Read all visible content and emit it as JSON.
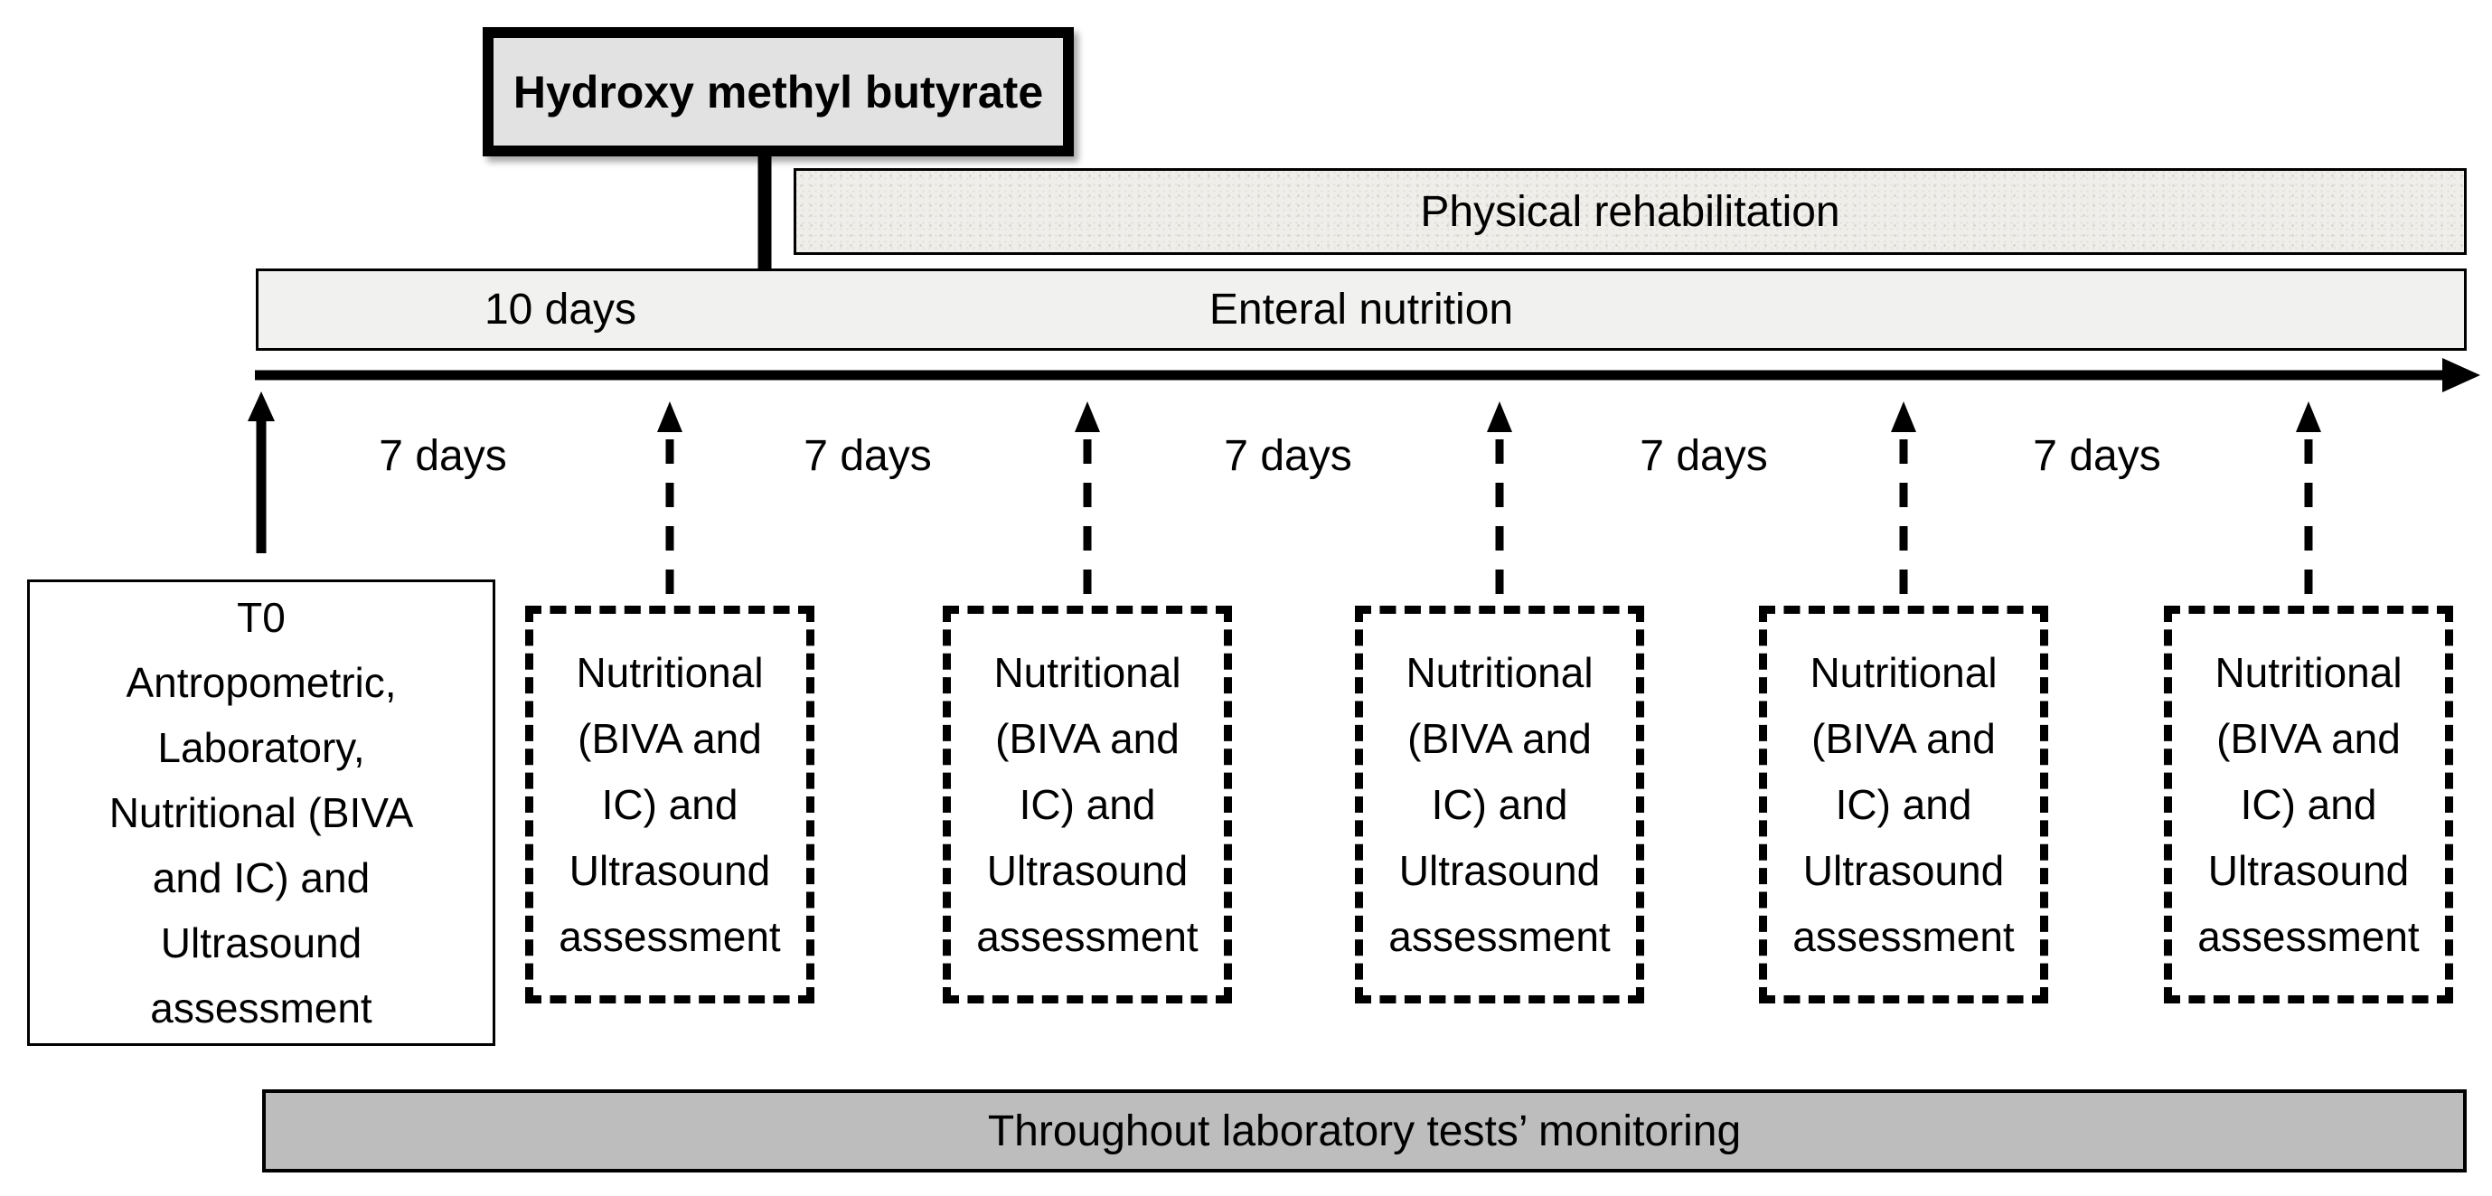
{
  "diagram": {
    "intervention_label": "Hydroxy methyl butyrate",
    "physical_bar_label": "Physical rehabilitation",
    "enteral_bar_label": "Enteral nutrition",
    "enteral_duration_label": "10 days",
    "interval_labels": [
      "7 days",
      "7 days",
      "7 days",
      "7 days",
      "7 days"
    ],
    "baseline_box_lines": [
      "T0",
      "Antropometric,",
      "Laboratory,",
      "Nutritional (BIVA",
      "and IC) and",
      "Ultrasound",
      "assessment"
    ],
    "followup_boxes": [
      {
        "lines": [
          "Nutritional",
          "(BIVA and",
          "IC) and",
          "Ultrasound",
          "assessment"
        ]
      },
      {
        "lines": [
          "Nutritional",
          "(BIVA and",
          "IC) and",
          "Ultrasound",
          "assessment"
        ]
      },
      {
        "lines": [
          "Nutritional",
          "(BIVA and",
          "IC) and",
          "Ultrasound",
          "assessment"
        ]
      },
      {
        "lines": [
          "Nutritional",
          "(BIVA and",
          "IC) and",
          "Ultrasound",
          "assessment"
        ]
      },
      {
        "lines": [
          "Nutritional",
          "(BIVA and",
          "IC) and",
          "Ultrasound",
          "assessment"
        ]
      }
    ],
    "monitoring_bar_label": "Throughout laboratory tests’ monitoring",
    "colors": {
      "intervention_box_fill": "#e2e2e2",
      "physical_bar_fill": "#efeeea",
      "enteral_bar_fill": "#f1f1f0",
      "monitoring_bar_fill": "#bdbdbd",
      "line_color": "#000000",
      "background": "#ffffff"
    }
  }
}
